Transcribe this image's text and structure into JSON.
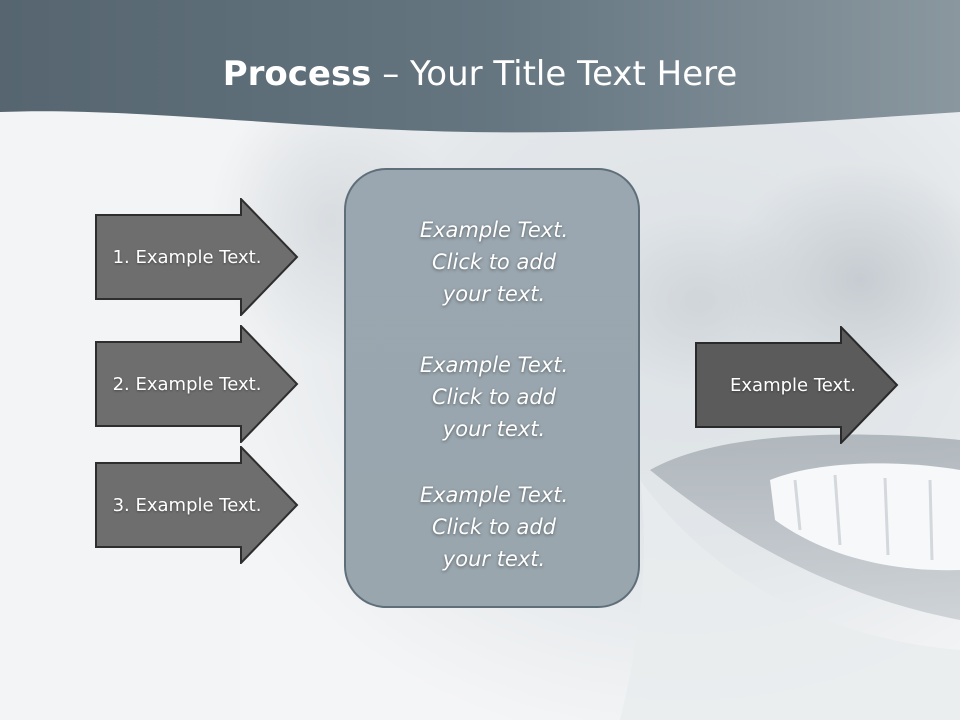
{
  "title": {
    "bold": "Process",
    "rest": " – Your Title Text Here"
  },
  "arrows": [
    {
      "label": "1. Example Text."
    },
    {
      "label": "2. Example Text."
    },
    {
      "label": "3. Example Text."
    }
  ],
  "output_arrow": {
    "label": "Example Text."
  },
  "center": {
    "blocks": [
      {
        "line1": "Example Text.",
        "line2": "Click  to add",
        "line3": "your text."
      },
      {
        "line1": "Example Text.",
        "line2": "Click  to add",
        "line3": "your text."
      },
      {
        "line1": "Example Text.",
        "line2": "Click  to add",
        "line3": "your text."
      }
    ]
  },
  "colors": {
    "title_band": "#5f707c",
    "arrow_fill": "#6e6e6e",
    "output_arrow_fill": "#5b5b5b",
    "center_box": "#9aa6ae"
  }
}
